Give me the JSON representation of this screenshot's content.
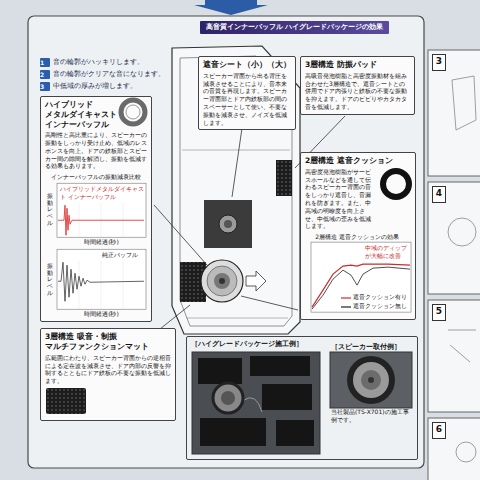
{
  "diagram": {
    "title": "高音質インナーバッフル ハイグレードパッケージの効果",
    "nodes": [
      {
        "text": [
          "ハイブリッド メタルダイキャスト インナーバッフル",
          "高剛性と高比重により、スピーカーの振動をしっかり受け止め、低域のレスポンスを向上。ドアの鉄板部とスピーカー間の隙間を解消し、振動を低減する効果もあります。"
        ]
      },
      {
        "text": [
          "遮音シート（小）（大）",
          "スピーカー背面から出る背圧を減衰させることにより、音本来の音質を再現します。スピーカー背面部とドア内鉄板部の間のスペーサーとして使い、不要な振動を減衰させ、ノイズを低減します。"
        ]
      },
      {
        "text": [
          "3層構造 防振パッド",
          "高吸音発泡樹脂と高密度振動材を組み合わせた3層構造で、遮音シートとの併用でドア内張りと鉄板の不要な振動を抑えます。ドアのビビりやカタカタ音を低減します。"
        ]
      },
      {
        "text": [
          "2層構造 遮音クッション",
          "高密度発泡樹脂がサービスホールなどを通して伝わるスピーカー背面の音をしっかり遮音し、音漏れを防ぎます。また、中高域の明瞭度を向上させ、中低域の歪みを低減します。"
        ]
      },
      {
        "text": [
          "3層構造 吸音・制振 マルチファンクションマット",
          "広範囲にわたり、スピーカー背面からの逆相音による定在波を減衰させ、ドア内部の反響を抑制するとともにドア鉄板の不要な振動を低減します。"
        ]
      },
      {
        "text": [
          "［ハイグレードパッケージ施工例］"
        ]
      },
      {
        "text": [
          "［スピーカー取付例］",
          "当社製品(TS-X701)の施工事例です。"
        ],
        "in": 5
      },
      {
        "text": [
          "3"
        ]
      },
      {
        "text": [
          "4"
        ]
      },
      {
        "text": [
          "5"
        ]
      },
      {
        "text": [
          "6"
        ]
      }
    ],
    "labels": [
      "1",
      "音の輪郭がハッキリします。",
      "2",
      "音の輪郭がクリアな音になります。",
      "3",
      "中低域の厚みが増します。",
      "インナーバッフルの振動減衰比較",
      "ハイブリッドメタルダイキャスト インナーバッフル",
      "振動レベル",
      "時間経過(秒)",
      "純正バッフル",
      "振動レベル",
      "時間経過(秒)",
      "2層構造 遮音クッションの効果",
      "中域のディップが大幅に改善"
    ],
    "legend": [
      {
        "text": "遮音クッション有り"
      },
      {
        "text": "遮音クッション無し"
      }
    ]
  }
}
